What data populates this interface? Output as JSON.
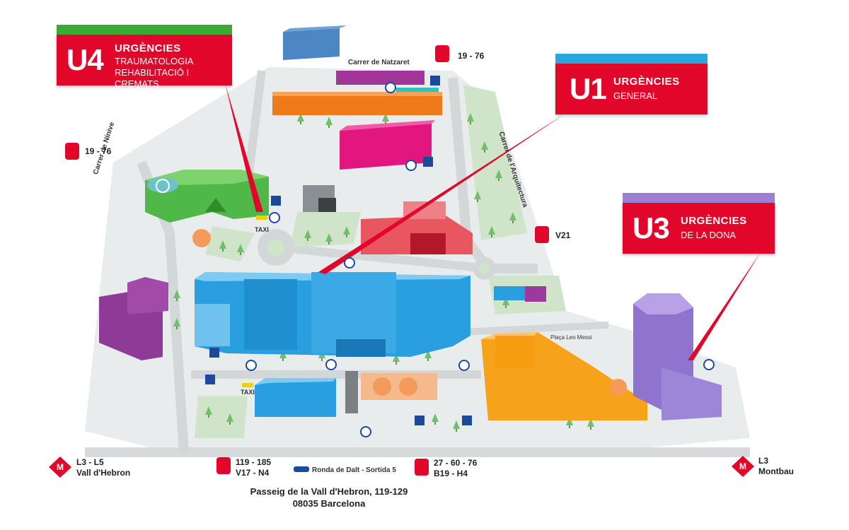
{
  "callouts": {
    "u4": {
      "code": "U4",
      "title": "URGÈNCIES",
      "line1": "TRAUMATOLOGIA",
      "line2": "REHABILITACIÓ I CREMATS",
      "bar_color": "#3aaa35"
    },
    "u1": {
      "code": "U1",
      "title": "URGÈNCIES",
      "line1": "GENERAL",
      "bar_color": "#29a8e0"
    },
    "u3": {
      "code": "U3",
      "title": "URGÈNCIES",
      "line1": "DE LA DONA",
      "bar_color": "#9b7fd4"
    }
  },
  "brand_colors": {
    "red": "#e3062b",
    "green_building": "#4fb848",
    "blue_building": "#2a9fe0",
    "orange_building": "#f7a21b",
    "purple_building": "#8f73cf",
    "magenta_building": "#e3157f"
  },
  "streets": {
    "natzaret": "Carrer de Natzaret",
    "ninive": "Carrer de Nínive",
    "arquitectura": "Carrer de l'Arquitectura",
    "leo_messi": "Plaça Leo Messi",
    "ronda": "Ronda de Dalt - Sortida 5",
    "taxi": "TAXI"
  },
  "bus": {
    "top": "19 - 76",
    "left": "19 - 76",
    "right": "V21",
    "bottom_left_1": "119 - 185",
    "bottom_left_2": "V17 - N4",
    "bottom_right_1": "27 - 60 - 76",
    "bottom_right_2": "B19 - H4"
  },
  "metro": {
    "left_line": "L3 - L5",
    "left_station": "Vall d'Hebron",
    "right_line": "L3",
    "right_station": "Montbau"
  },
  "address": {
    "line1": "Passeig de la Vall d'Hebron, 119-129",
    "line2": "08035 Barcelona"
  },
  "icons": [
    "bus-icon",
    "metro-icon",
    "parking-icon",
    "accessible-icon",
    "car-icon",
    "bike-icon",
    "pedestrian-icon",
    "taxi-icon",
    "cafe-icon",
    "restaurant-icon",
    "helipad-icon"
  ]
}
